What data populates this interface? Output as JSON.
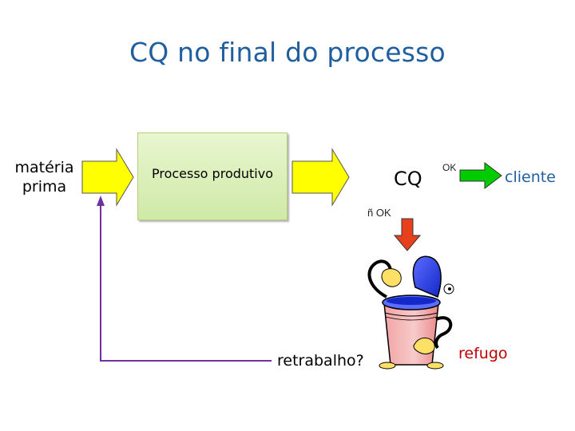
{
  "title": "CQ no final do processo",
  "nodes": {
    "input": "matéria prima",
    "process": "Processo produtivo",
    "quality_control": "CQ",
    "client": "cliente"
  },
  "edge_labels": {
    "ok": "OK",
    "not_ok": "ñ OK",
    "rework": "retrabalho?",
    "scrap": "refugo"
  },
  "colors": {
    "title": "#1f5f9f",
    "yellow_arrow": "#ffff00",
    "green_arrow": "#00cc00",
    "red_arrow": "#e8401c",
    "feedback_line": "#7030a0",
    "scrap_label": "#c00000",
    "client_label": "#1f5f9f"
  },
  "icons": [
    "trash-can-icon"
  ]
}
